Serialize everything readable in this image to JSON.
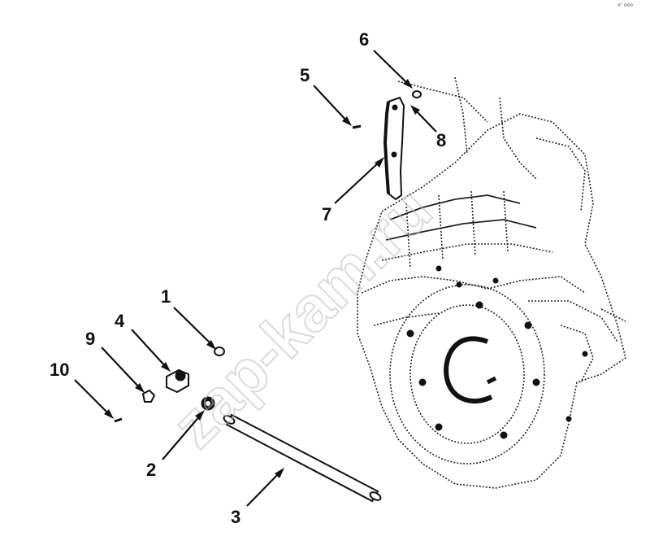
{
  "corner_mark": "x⁰ ooo",
  "watermark": "zap-kam.ru",
  "callouts": [
    {
      "id": "1",
      "label": "1"
    },
    {
      "id": "2",
      "label": "2"
    },
    {
      "id": "3",
      "label": "3"
    },
    {
      "id": "4",
      "label": "4"
    },
    {
      "id": "5",
      "label": "5"
    },
    {
      "id": "6",
      "label": "6"
    },
    {
      "id": "7",
      "label": "7"
    },
    {
      "id": "8",
      "label": "8"
    },
    {
      "id": "9",
      "label": "9"
    },
    {
      "id": "10",
      "label": "10"
    }
  ]
}
